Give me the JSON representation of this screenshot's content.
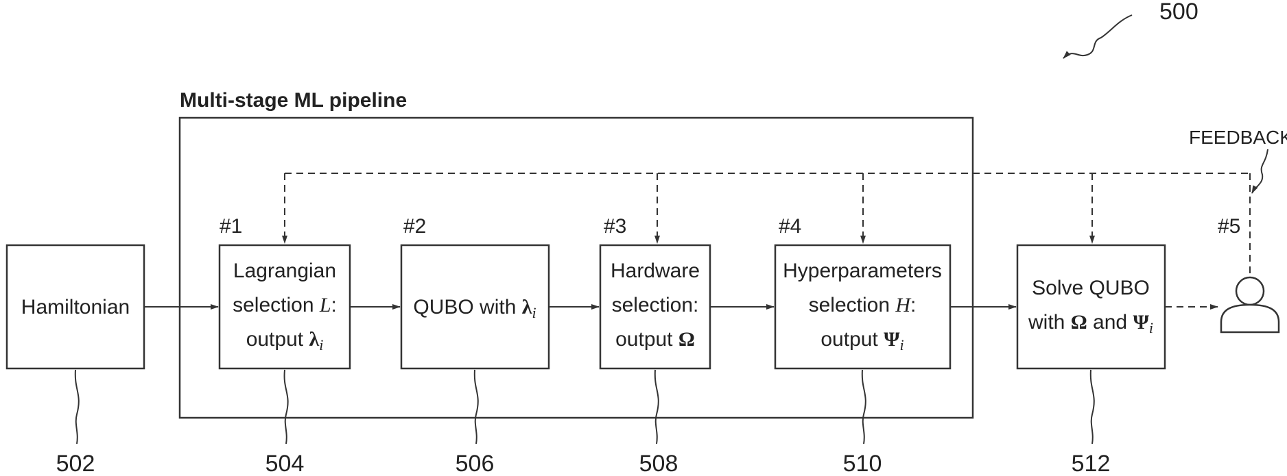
{
  "figure_number": "500",
  "pipeline_title": "Multi-stage ML pipeline",
  "feedback_label": "FEEDBACK",
  "hamiltonian": {
    "label": "Hamiltonian",
    "ref": "502"
  },
  "stage1": {
    "step": "#1",
    "line1": "Lagrangian",
    "line2_text": "selection ",
    "line2_sym": "L",
    "line2_end": ":",
    "line3_text": "output ",
    "line3_sym": "λ",
    "line3_sub": "i",
    "ref": "504"
  },
  "stage2": {
    "step": "#2",
    "text": "QUBO with ",
    "sym": "λ",
    "sub": "i",
    "ref": "506"
  },
  "stage3": {
    "step": "#3",
    "line1": "Hardware",
    "line2": "selection:",
    "line3_text": "output ",
    "line3_sym": "Ω",
    "ref": "508"
  },
  "stage4": {
    "step": "#4",
    "line1": "Hyperparameters",
    "line2_text": "selection ",
    "line2_sym": "H",
    "line2_end": ":",
    "line3_text": "output ",
    "line3_sym": "Ψ",
    "line3_sub": "i",
    "ref": "510"
  },
  "stage5": {
    "line1": "Solve QUBO",
    "line2_a": "with ",
    "line2_sym1": "Ω",
    "line2_b": " and ",
    "line2_sym2": "Ψ",
    "line2_sub": "i",
    "ref": "512"
  },
  "user": {
    "step": "#5"
  }
}
